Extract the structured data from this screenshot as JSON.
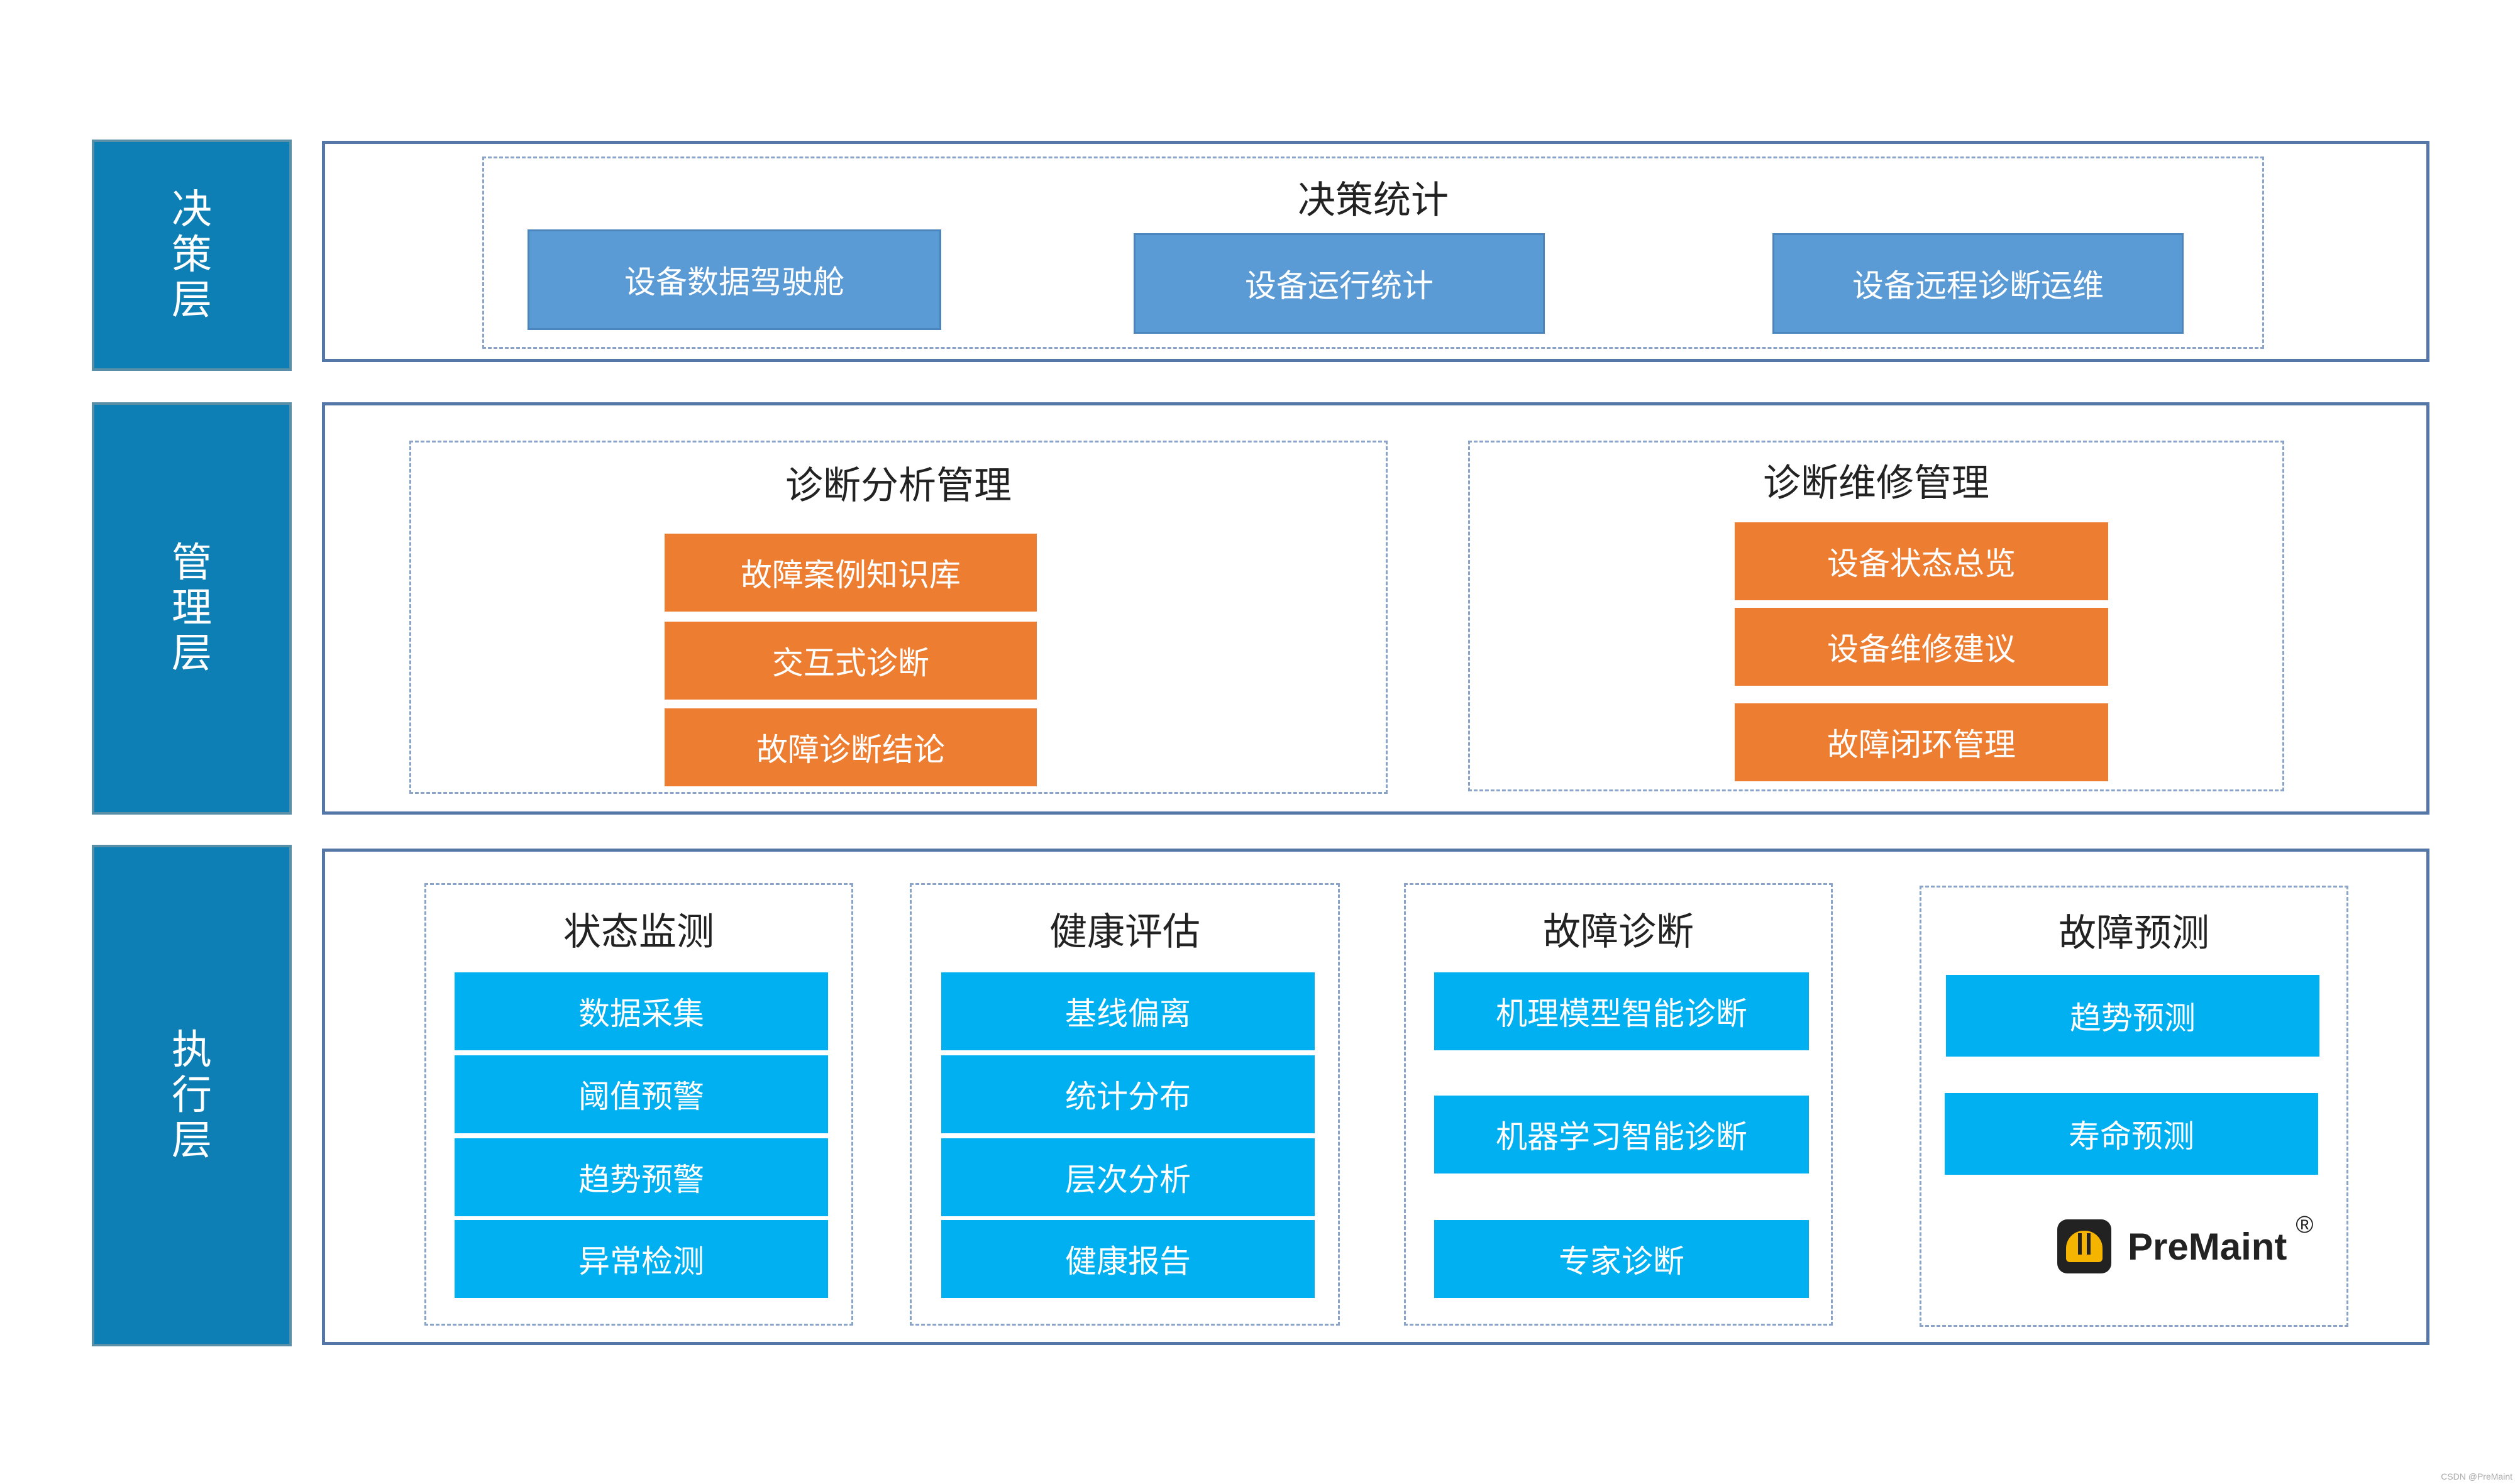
{
  "colors": {
    "layer_label_bg": "#0e7fb5",
    "decision_box": "#5b9bd5",
    "management_box": "#ed7d31",
    "execution_box": "#00b0f0",
    "panel_border": "#5577a8"
  },
  "layers": {
    "decision": {
      "label": "决策层",
      "groups": [
        {
          "title": "决策统计",
          "items": [
            "设备数据驾驶舱",
            "设备运行统计",
            "设备远程诊断运维"
          ]
        }
      ]
    },
    "management": {
      "label": "管理层",
      "groups": [
        {
          "title": "诊断分析管理",
          "items": [
            "故障案例知识库",
            "交互式诊断",
            "故障诊断结论"
          ]
        },
        {
          "title": "诊断维修管理",
          "items": [
            "设备状态总览",
            "设备维修建议",
            "故障闭环管理"
          ]
        }
      ]
    },
    "execution": {
      "label": "执行层",
      "groups": [
        {
          "title": "状态监测",
          "items": [
            "数据采集",
            "阈值预警",
            "趋势预警",
            "异常检测"
          ]
        },
        {
          "title": "健康评估",
          "items": [
            "基线偏离",
            "统计分布",
            "层次分析",
            "健康报告"
          ]
        },
        {
          "title": "故障诊断",
          "items": [
            "机理模型智能诊断",
            "机器学习智能诊断",
            "专家诊断"
          ]
        },
        {
          "title": "故障预测",
          "items": [
            "趋势预测",
            "寿命预测"
          ]
        }
      ]
    }
  },
  "logo": {
    "text": "PreMaint",
    "registered": "®",
    "icon": "hard-hat-icon"
  },
  "watermark": "CSDN @PreMaint"
}
